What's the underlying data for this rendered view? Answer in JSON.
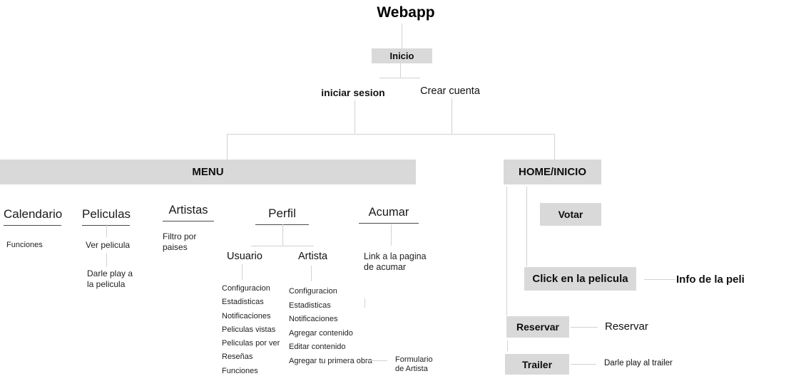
{
  "title": "Webapp",
  "flow": {
    "inicio": "Inicio",
    "iniciar_sesion": "iniciar sesion",
    "crear_cuenta": "Crear cuenta"
  },
  "menu": {
    "label": "MENU",
    "calendario": {
      "label": "Calendario",
      "items": [
        "Funciones"
      ]
    },
    "peliculas": {
      "label": "Peliculas",
      "items": [
        "Ver pelicula",
        "Darle play a la pelicula"
      ]
    },
    "artistas": {
      "label": "Artistas",
      "items": [
        "Filtro por paises"
      ]
    },
    "perfil": {
      "label": "Perfil",
      "usuario": {
        "label": "Usuario",
        "items": [
          "Configuracion",
          "Estadisticas",
          "Notificaciones",
          "Peliculas vistas",
          "Peliculas por ver",
          "Reseñas",
          "Funciones"
        ]
      },
      "artista": {
        "label": "Artista",
        "items": [
          "Configuracion",
          "Estadisticas",
          "Notificaciones",
          "Agregar contenido",
          "Editar contenido",
          "Agregar tu primera obra"
        ],
        "note": "Formulario de Artista"
      }
    },
    "acumar": {
      "label": "Acumar",
      "items": [
        "Link a la pagina de acumar"
      ]
    }
  },
  "home": {
    "label": "HOME/INICIO",
    "votar": "Votar",
    "click_pelicula": "Click en la pelicula",
    "info_peli": "Info de la peli",
    "reservar_box": "Reservar",
    "reservar_note": "Reservar",
    "trailer_box": "Trailer",
    "trailer_note": "Darle play al trailer"
  },
  "colors": {
    "node_background": "#d9d9d9",
    "connector": "#d2d2d2",
    "text": "#111111",
    "background": "#ffffff"
  }
}
